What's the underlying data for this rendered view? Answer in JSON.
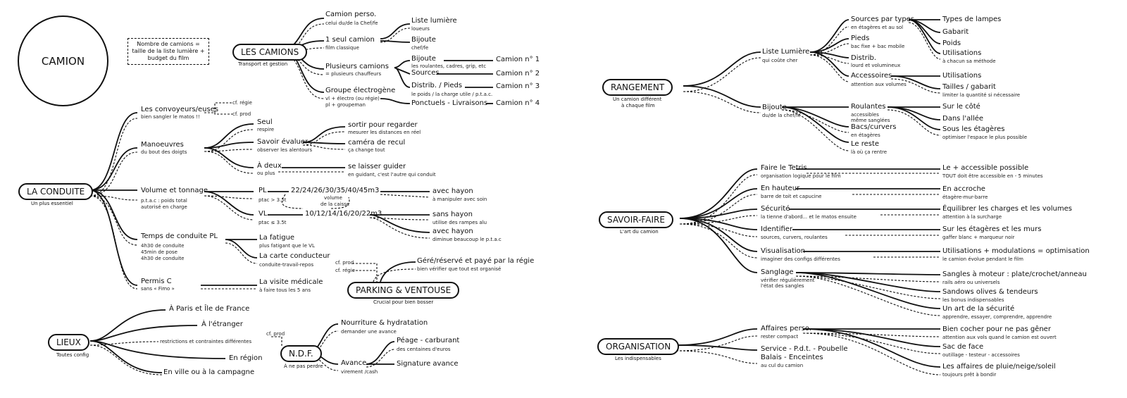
{
  "title": "CAMION",
  "note": "Nombre de camions = taille de la liste lumière + budget du film",
  "left": {
    "les_camions": {
      "title": "LES CAMIONS",
      "subtitle": "Transport et gestion",
      "camion_perso": "Camion perso.",
      "camion_perso_sub": "celui du/de la Chef/fe",
      "seul_camion": "1 seul camion",
      "seul_camion_sub": "film classique",
      "liste_lumiere": "Liste lumière",
      "liste_lumiere_sub": "loueurs",
      "bijoute": "Bijoute",
      "bijoute_sub": "chef/fe",
      "plusieurs": "Plusieurs camions",
      "plusieurs_sub": "= plusieurs chauffeurs",
      "pc_bijoute": "Bijoute",
      "pc_bijoute_sub": "les roulantes, cadres, grip, etc",
      "pc_sources": "Sources",
      "pc_distrib": "Distrib. / Pieds",
      "pc_distrib_sub": "le poids / la charge utile / p.t.a.c.",
      "pc_ponctuels": "Ponctuels - Livraisons",
      "camion1": "Camion n° 1",
      "camion2": "Camion n° 2",
      "camion3": "Camion n° 3",
      "camion4": "Camion n° 4",
      "groupe": "Groupe électrogène",
      "groupe_sub1": "vl + électro (ou régie)",
      "groupe_sub2": "pl + groupeman"
    },
    "conduite": {
      "title": "LA CONDUITE",
      "subtitle": "Un plus essentiel",
      "convoyeurs": "Les convoyeurs/euses",
      "convoyeurs_sub": "bien sangler le matos !!",
      "cf_regie": "cf. régie",
      "cf_prod": "cf. prod",
      "manoeuvres": "Manoeuvres",
      "manoeuvres_sub": "du bout des doigts",
      "seul": "Seul",
      "seul_sub": "respire",
      "savoir_evaluer": "Savoir évaluer",
      "savoir_evaluer_sub": "observer les alentours",
      "sortir": "sortir pour regarder",
      "sortir_sub": "mesurer les distances en réel",
      "camera": "caméra de recul",
      "camera_sub": "ça change tout",
      "a_deux": "À deux",
      "a_deux_sub": "ou plus",
      "guider": "se laisser guider",
      "guider_sub": "en guidant, c'est l'autre qui conduit",
      "volume": "Volume et tonnage",
      "volume_sub1": "p.t.a.c : poids total",
      "volume_sub2": "autorisé en charge",
      "pl": "PL",
      "pl_sub": "ptac > 3.5t",
      "pl_vol": "22/24/26/30/35/40/45m3",
      "volume_note1": "volume",
      "volume_note2": "de la caisse",
      "avec_hayon1": "avec hayon",
      "avec_hayon1_sub": "à manipuler avec soin",
      "vl": "VL",
      "vl_sub": "ptac ≤ 3.5t",
      "vl_vol": "10/12/14/16/20/22m3",
      "sans_hayon": "sans hayon",
      "sans_hayon_sub": "utilise des rampes alu",
      "avec_hayon2": "avec hayon",
      "avec_hayon2_sub": "diminue beaucoup le p.t.a.c",
      "temps": "Temps de conduite PL",
      "temps_sub1": "4h30 de conduite",
      "temps_sub2": "45min de pose",
      "temps_sub3": "4h30 de conduite",
      "fatigue": "La fatigue",
      "fatigue_sub": "plus fatigant que le VL",
      "carte": "La carte conducteur",
      "carte_sub": "conduite-travail-repos",
      "permis": "Permis C",
      "permis_sub": "sans « Fimo »",
      "visite": "La visite médicale",
      "visite_sub": "à faire tous les 5 ans"
    },
    "parking": {
      "title": "PARKING & VENTOUSE",
      "subtitle": "Crucial pour bien bosser",
      "cf_prod": "cf. prod",
      "cf_regie": "cf. régie",
      "gere": "Géré/réservé et payé par la régie",
      "gere_sub": "bien vérifier que tout est organisé"
    },
    "lieux": {
      "title": "LIEUX",
      "subtitle": "Toutes config",
      "paris": "À Paris et Île de France",
      "etranger": "À l'étranger",
      "restrictions": "restrictions et contraintes différentes",
      "region": "En région",
      "ville": "En ville ou à la campagne"
    },
    "ndf": {
      "title": "N.D.F.",
      "subtitle": "À ne pas perdre",
      "cf_prod": "cf. prod",
      "nourriture": "Nourriture & hydratation",
      "nourriture_sub": "demander une avance",
      "peage": "Péage - carburant",
      "peage_sub": "des centaines d'euros",
      "avance": "Avance",
      "avance_sub": "virement /cash",
      "signature": "Signature avance"
    }
  },
  "right": {
    "rangement": {
      "title": "RANGEMENT",
      "subtitle1": "Un camion différent",
      "subtitle2": "à chaque film",
      "liste_lumiere": "Liste Lumière",
      "liste_lumiere_sub": "qui coûte cher",
      "sources": "Sources par types",
      "sources_sub": "en étagères et au sol",
      "pieds": "Pieds",
      "pieds_sub": "bac fixe + bac mobile",
      "distrib": "Distrib.",
      "distrib_sub": "lourd et volumineux",
      "accessoires": "Accessoires",
      "accessoires_sub": "attention aux volumes",
      "types_lampes": "Types de lampes",
      "gabarit": "Gabarit",
      "poids": "Poids",
      "utilisations1": "Utilisations",
      "utilisations1_sub": "à chacun sa méthode",
      "utilisations2": "Utilisations",
      "tailles": "Tailles / gabarit",
      "tailles_sub": "limiter la quantité si nécessaire",
      "bijoute": "Bijoute",
      "bijoute_sub": "du/de la chef/fe",
      "roulantes": "Roulantes",
      "roulantes_sub1": "accessibles",
      "roulantes_sub2": "même sanglées",
      "bacs": "Bacs/curvers",
      "bacs_sub": "en étagères",
      "reste": "Le reste",
      "reste_sub": "là où ça rentre",
      "sur_cote": "Sur le côté",
      "allee": "Dans l'allée",
      "sous_etageres": "Sous les étagères",
      "sous_etageres_sub": "optimiser l'espace le plus possible"
    },
    "savoir_faire": {
      "title": "SAVOIR-FAIRE",
      "subtitle": "L'art du camion",
      "tetris": "Faire le Tetris",
      "tetris_sub": "organisation logique pour le film",
      "hauteur": "En hauteur",
      "hauteur_sub": "barre de toit et capucine",
      "securite": "Sécurité",
      "securite_sub": "la tienne d'abord... et le matos ensuite",
      "identifier": "Identifier",
      "identifier_sub": "sources, curvers, roulantes",
      "visualisation": "Visualisation",
      "visualisation_sub": "imaginer des configs différentes",
      "sanglage": "Sanglage",
      "sanglage_sub1": "vérifier régulièrement",
      "sanglage_sub2": "l'état des sangles",
      "accessible": "Le + accessible possible",
      "accessible_sub": "TOUT doit être accessible en - 5 minutes",
      "accroche": "En accroche",
      "accroche_sub": "étagère-mur-barre",
      "equilibrer": "Équilibrer les charges et les volumes",
      "equilibrer_sub": "attention à la surcharge",
      "etageres_murs": "Sur les étagères et les murs",
      "etageres_murs_sub": "gaffer blanc + marqueur noir",
      "utilisations": "Utilisations + modulations = optimisation",
      "utilisations_sub": "le camion évolue pendant le film",
      "sangles": "Sangles à moteur : plate/crochet/anneau",
      "sangles_sub": "rails aéro ou universels",
      "sandows": "Sandows olives & tendeurs",
      "sandows_sub": "les bonus indispensables",
      "art_securite": "Un art de la sécurité",
      "art_securite_sub": "apprendre, essayer, comprendre, apprendre"
    },
    "organisation": {
      "title": "ORGANISATION",
      "subtitle": "Les indispensables",
      "affaires": "Affaires perso.",
      "affaires_sub": "rester compact",
      "service1": "Service - P.d.t. - Poubelle",
      "service2": "Balais - Enceintes",
      "service_sub": "au cul du camion",
      "bien_cocher": "Bien cocher pour ne pas gêner",
      "bien_cocher_sub": "attention aux vols quand le camion est ouvert",
      "sac": "Sac de face",
      "sac_sub": "outillage - testeur - accessoires",
      "affaires_pluie": "Les affaires de pluie/neige/soleil",
      "affaires_pluie_sub": "toujours prêt à bondir"
    }
  }
}
